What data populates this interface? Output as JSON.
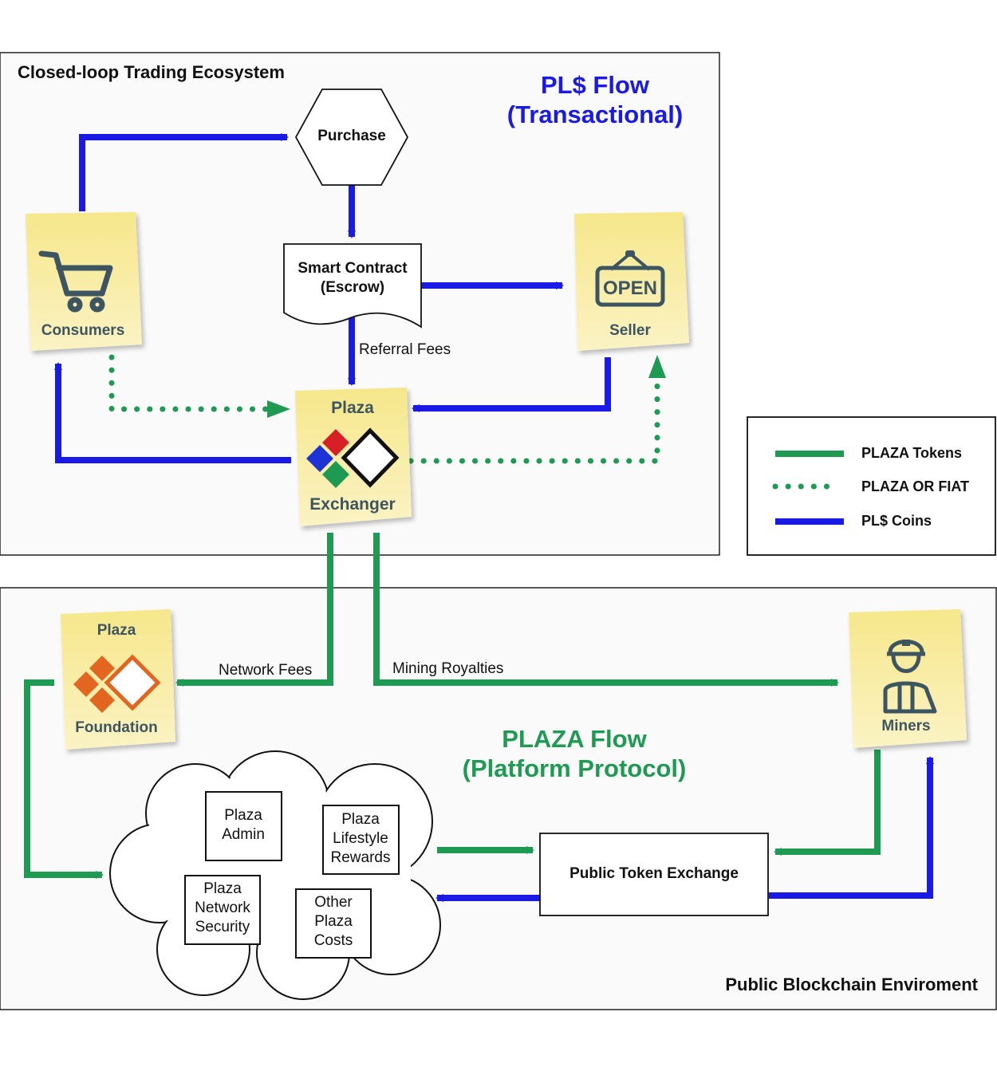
{
  "panels": {
    "closed_loop": {
      "title": "Closed-loop Trading Ecosystem"
    },
    "public_chain": {
      "title": "Public Blockchain Enviroment"
    }
  },
  "headings": {
    "pl_flow": {
      "line1": "PL$ Flow",
      "line2": "(Transactional)",
      "color": "#1a1ae6"
    },
    "plaza_flow": {
      "line1": "PLAZA Flow",
      "line2": "(Platform Protocol)",
      "color": "#1f9a52"
    }
  },
  "nodes": {
    "purchase": "Purchase",
    "smart_contract": {
      "line1": "Smart Contract",
      "line2": "(Escrow)"
    },
    "consumers": "Consumers",
    "seller": "Seller",
    "open_sign": "OPEN",
    "exchanger": {
      "top": "Plaza",
      "bottom": "Exchanger"
    },
    "foundation": {
      "top": "Plaza",
      "bottom": "Foundation"
    },
    "miners": "Miners",
    "public_token_exchange": "Public Token Exchange"
  },
  "edge_labels": {
    "referral_fees": "Referral Fees",
    "network_fees": "Network Fees",
    "mining_royalties": "Mining Royalties"
  },
  "cloud_items": {
    "admin": [
      "Plaza",
      "Admin"
    ],
    "lifestyle": [
      "Plaza",
      "Lifestyle",
      "Rewards"
    ],
    "security": [
      "Plaza",
      "Network",
      "Security"
    ],
    "other": [
      "Other",
      "Plaza",
      "Costs"
    ]
  },
  "legend": {
    "items": [
      {
        "label": "PLAZA Tokens",
        "style": "solid",
        "color": "#1f9a52"
      },
      {
        "label": "PLAZA OR FIAT",
        "style": "dotted",
        "color": "#1f9a52"
      },
      {
        "label": "PL$ Coins",
        "style": "solid",
        "color": "#1a1ae6"
      }
    ]
  },
  "colors": {
    "blue": "#1a1ae6",
    "green": "#1f9a52",
    "note": "#f9eda0",
    "note_text": "#3d5560",
    "orange": "#e2661f",
    "diamond_red": "#d61f26",
    "diamond_blue": "#1d33d6",
    "diamond_green": "#1f9a52"
  }
}
